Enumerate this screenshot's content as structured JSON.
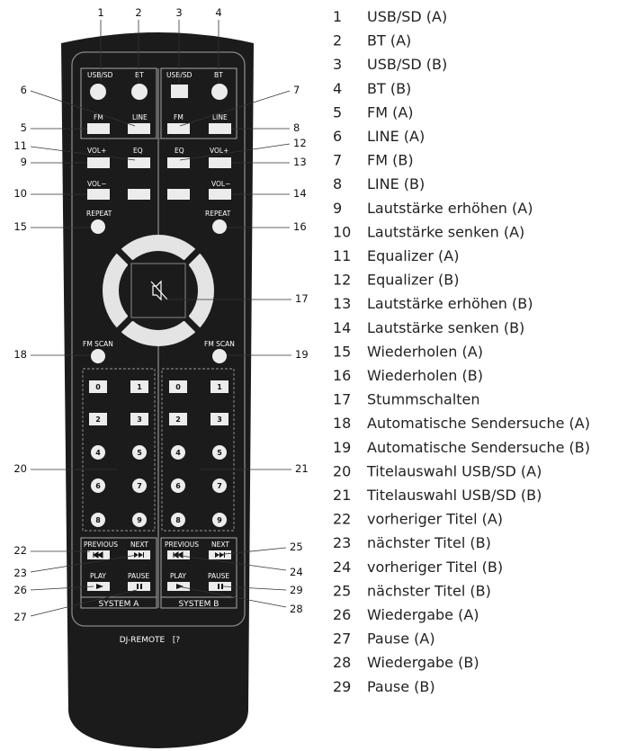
{
  "remote": {
    "brand": "DJ-REMOTE",
    "brand_mark": "[?",
    "system_a": "SYSTEM A",
    "system_b": "SYSTEM B",
    "buttons": {
      "usbsd": "USB/SD",
      "bt": "BT",
      "fm": "FM",
      "line": "LINE",
      "volplus": "VOL+",
      "eq": "EQ",
      "volminus": "VOL−",
      "repeat": "REPEAT",
      "fmscan": "FM SCAN",
      "previous": "PREVIOUS",
      "next": "NEXT",
      "play": "PLAY",
      "pause": "PAUSE"
    },
    "digits": [
      "0",
      "1",
      "2",
      "3",
      "4",
      "5",
      "6",
      "7",
      "8",
      "9"
    ]
  },
  "callouts": [
    "1",
    "2",
    "3",
    "4",
    "5",
    "6",
    "7",
    "8",
    "9",
    "10",
    "11",
    "12",
    "13",
    "14",
    "15",
    "16",
    "17",
    "18",
    "19",
    "20",
    "21",
    "22",
    "23",
    "24",
    "25",
    "26",
    "27",
    "28",
    "29"
  ],
  "legend": [
    {
      "num": "1",
      "text": "USB/SD (A)"
    },
    {
      "num": "2",
      "text": "BT (A)"
    },
    {
      "num": "3",
      "text": "USB/SD (B)"
    },
    {
      "num": "4",
      "text": "BT (B)"
    },
    {
      "num": "5",
      "text": "FM (A)"
    },
    {
      "num": "6",
      "text": "LINE (A)"
    },
    {
      "num": "7",
      "text": "FM (B)"
    },
    {
      "num": "8",
      "text": "LINE (B)"
    },
    {
      "num": "9",
      "text": "Lautstärke erhöhen (A)"
    },
    {
      "num": "10",
      "text": "Lautstärke senken (A)"
    },
    {
      "num": "11",
      "text": "Equalizer (A)"
    },
    {
      "num": "12",
      "text": "Equalizer (B)"
    },
    {
      "num": "13",
      "text": "Lautstärke erhöhen (B)"
    },
    {
      "num": "14",
      "text": "Lautstärke senken (B)"
    },
    {
      "num": "15",
      "text": "Wiederholen (A)"
    },
    {
      "num": "16",
      "text": "Wiederholen (B)"
    },
    {
      "num": "17",
      "text": "Stummschalten"
    },
    {
      "num": "18",
      "text": "Automatische Sendersuche (A)"
    },
    {
      "num": "19",
      "text": "Automatische Sendersuche (B)"
    },
    {
      "num": "20",
      "text": "Titelauswahl USB/SD (A)"
    },
    {
      "num": "21",
      "text": "Titelauswahl USB/SD (B)"
    },
    {
      "num": "22",
      "text": "vorheriger Titel (A)"
    },
    {
      "num": "23",
      "text": "nächster Titel (B)"
    },
    {
      "num": "24",
      "text": "vorheriger Titel (B)"
    },
    {
      "num": "25",
      "text": "nächster Titel (B)"
    },
    {
      "num": "26",
      "text": "Wiedergabe (A)"
    },
    {
      "num": "27",
      "text": "Pause (A)"
    },
    {
      "num": "28",
      "text": "Wiedergabe (B)"
    },
    {
      "num": "29",
      "text": "Pause (B)"
    }
  ]
}
